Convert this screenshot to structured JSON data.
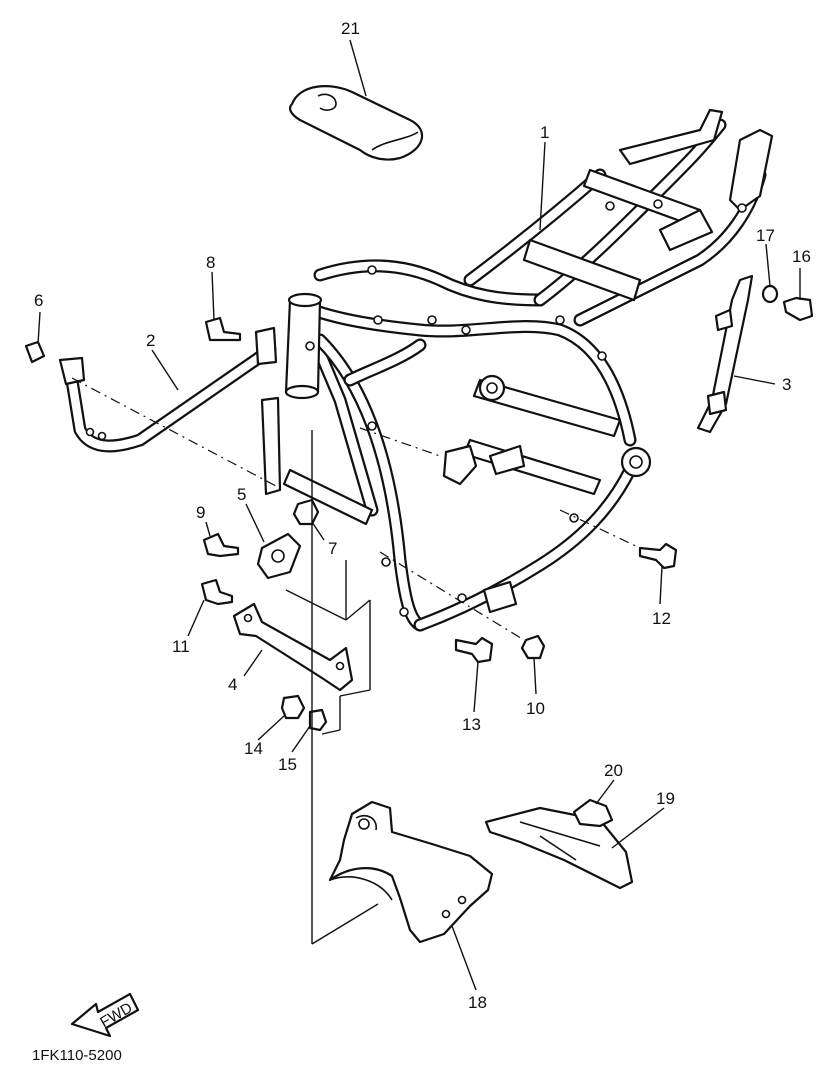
{
  "callouts": {
    "c1": "1",
    "c2": "2",
    "c3": "3",
    "c4": "4",
    "c5": "5",
    "c6": "6",
    "c7": "7",
    "c8": "8",
    "c9": "9",
    "c10": "10",
    "c11": "11",
    "c12": "12",
    "c13": "13",
    "c14": "14",
    "c15": "15",
    "c16": "16",
    "c17": "17",
    "c18": "18",
    "c19": "19",
    "c20": "20",
    "c21": "21"
  },
  "fwd_label": "FWD",
  "drawing_code": "1FK110-5200"
}
